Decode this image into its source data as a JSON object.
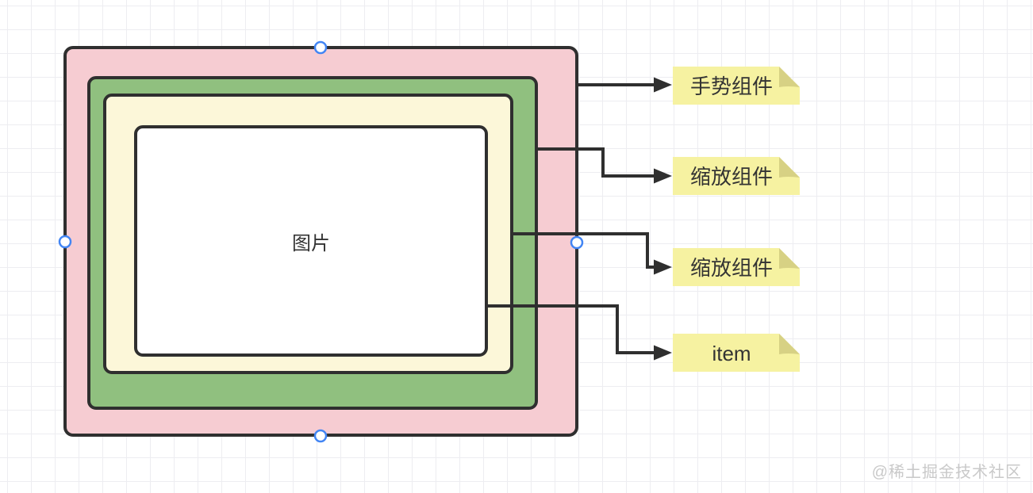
{
  "canvas": {
    "watermark": "@稀土掘金技术社区"
  },
  "colors": {
    "line": "#2f2f2f",
    "shape_stroke": "#2f2f2f",
    "text": "#333333",
    "handle_stroke": "#4285f4",
    "handle_fill": "#ffffff",
    "note_fill": "#f6f2a1",
    "note_fold": "#d7d184",
    "grid": "#ededf1",
    "watermark": "#c9c9c9"
  },
  "diagram": {
    "layers": [
      {
        "fill": "#f6ccd2"
      },
      {
        "fill": "#90c07f"
      },
      {
        "fill": "#fcf7d9"
      },
      {
        "fill": "#ffffff",
        "label": "图片"
      }
    ]
  },
  "notes": [
    {
      "label": "手势组件"
    },
    {
      "label": "缩放组件"
    },
    {
      "label": "缩放组件"
    },
    {
      "label": "item"
    }
  ]
}
